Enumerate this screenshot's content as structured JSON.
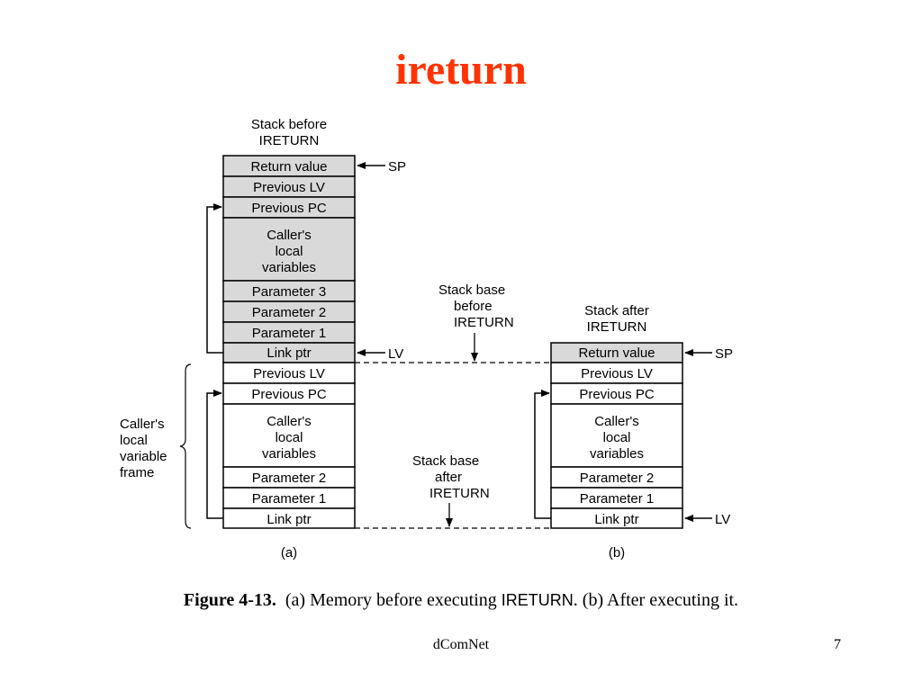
{
  "slide": {
    "title": "ireturn"
  },
  "diagram": {
    "a": {
      "header_line1": "Stack before",
      "header_line2": "IRETURN",
      "cells": [
        "Return value",
        "Previous LV",
        "Previous PC",
        "Caller's",
        "local",
        "variables",
        "Parameter 3",
        "Parameter 2",
        "Parameter 1",
        "Link ptr",
        "Previous LV",
        "Previous PC",
        "Caller's",
        "local",
        "variables",
        "Parameter 2",
        "Parameter 1",
        "Link ptr"
      ],
      "sp_label": "SP",
      "lv_label": "LV",
      "frame_label": [
        "Caller's",
        "local",
        "variable",
        "frame"
      ],
      "sub_label": "(a)"
    },
    "b": {
      "header_line1": "Stack after",
      "header_line2": "IRETURN",
      "cells": [
        "Return value",
        "Previous LV",
        "Previous PC",
        "Caller's",
        "local",
        "variables",
        "Parameter 2",
        "Parameter 1",
        "Link ptr"
      ],
      "sp_label": "SP",
      "lv_label": "LV",
      "sub_label": "(b)"
    },
    "base_before": [
      "Stack base",
      "before",
      "IRETURN"
    ],
    "base_after": [
      "Stack base",
      "after",
      "IRETURN"
    ]
  },
  "caption": {
    "figure": "Figure 4-13.",
    "text_1": "(a) Memory before executing",
    "opcode": "IRETURN",
    "text_2": ". (b) After executing it."
  },
  "footer": {
    "center": "dComNet",
    "page": "7"
  },
  "colors": {
    "title": "#ff3300",
    "shaded_cell": "#d9d9d9"
  }
}
